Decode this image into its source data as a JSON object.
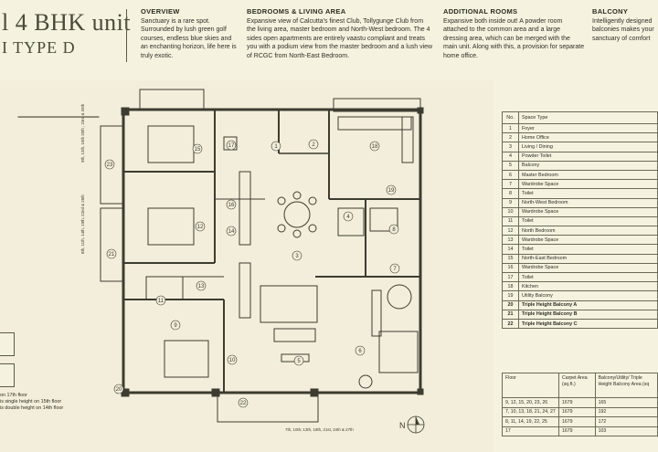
{
  "header": {
    "title_main": "l 4 BHK unit",
    "title_sub": "I TYPE D"
  },
  "columns": [
    {
      "heading": "OVERVIEW",
      "text": "Sanctuary is a rare spot. Surrounded by lush green golf courses, endless blue skies and an enchanting horizon, life here is truly exotic."
    },
    {
      "heading": "BEDROOMS & LIVING AREA",
      "text": "Expansive view of Calcutta's finest Club, Tollygunge Club from the living area, master bedroom and North-West bedroom. The 4 sides open apartments are entirely vaastu compliant and treats you with a podium view from the master bedroom and a lush view of RCGC from North-East Bedroom."
    },
    {
      "heading": "ADDITIONAL ROOMS",
      "text": "Expansive both inside out! A powder room attached to the common area and a large dressing area, which can be merged with the main unit. Along with this, a provision for separate home office."
    },
    {
      "heading": "BALCONY",
      "text": "Intelligently designed balconies makes your sanctuary of comfort"
    }
  ],
  "plan_labels": {
    "balcony_top_left": "9th, 12th, 15th 20th , 23rd & 26th",
    "balcony_mid_left": "8th, 11th, 14th, 19th, 22nd & 25th",
    "balcony_bottom": "7th, 10th, 13th, 18th, 21st, 24th & 27th",
    "north": "N"
  },
  "room_numbers": [
    "1",
    "2",
    "3",
    "4",
    "5",
    "6",
    "7",
    "8",
    "9",
    "10",
    "11",
    "12",
    "13",
    "14",
    "15",
    "16",
    "17",
    "18",
    "19",
    "20",
    "21",
    "22",
    "23"
  ],
  "space_table": {
    "header": [
      "No.",
      "Space Type"
    ],
    "rows": [
      [
        "1",
        "Foyer"
      ],
      [
        "2",
        "Home Office"
      ],
      [
        "3",
        "Living / Dining"
      ],
      [
        "4",
        "Powder Toilet"
      ],
      [
        "5",
        "Balcony"
      ],
      [
        "6",
        "Master Bedroom"
      ],
      [
        "7",
        "Wardrobe Space"
      ],
      [
        "8",
        "Toilet"
      ],
      [
        "9",
        "North-West Bedroom"
      ],
      [
        "10",
        "Wardrobe Space"
      ],
      [
        "11",
        "Toilet"
      ],
      [
        "12",
        "North Bedroom"
      ],
      [
        "13",
        "Wardrobe Space"
      ],
      [
        "14",
        "Toilet"
      ],
      [
        "15",
        "North-East Bedroom"
      ],
      [
        "16",
        "Wardrobe Space"
      ],
      [
        "17",
        "Toilet"
      ],
      [
        "18",
        "Kitchen"
      ],
      [
        "19",
        "Utility Balcony"
      ],
      [
        "20",
        "Triple Height Balcony A"
      ],
      [
        "21",
        "Triple Height Balcony B"
      ],
      [
        "22",
        "Triple Height Balcony C"
      ]
    ]
  },
  "area_table": {
    "header": [
      "Floor",
      "Carpet Area (sq.ft.)",
      "Balcony/Utility/ Triple Height Balcony Area (sq"
    ],
    "rows": [
      [
        "9, 12, 15, 20, 23, 26",
        "1679",
        "165"
      ],
      [
        "7, 10, 13, 18, 21, 24, 27",
        "1679",
        "192"
      ],
      [
        "8, 11, 14, 19, 22, 25",
        "1679",
        "172"
      ],
      [
        "17",
        "1679",
        "103"
      ]
    ]
  },
  "notes": [
    "on 17th floor",
    "is single height on 15th floor",
    "is double height on 14th floor"
  ],
  "colors": {
    "background": "#f6f2e0",
    "line": "#3c3c30",
    "accent": "#5a5a48"
  }
}
